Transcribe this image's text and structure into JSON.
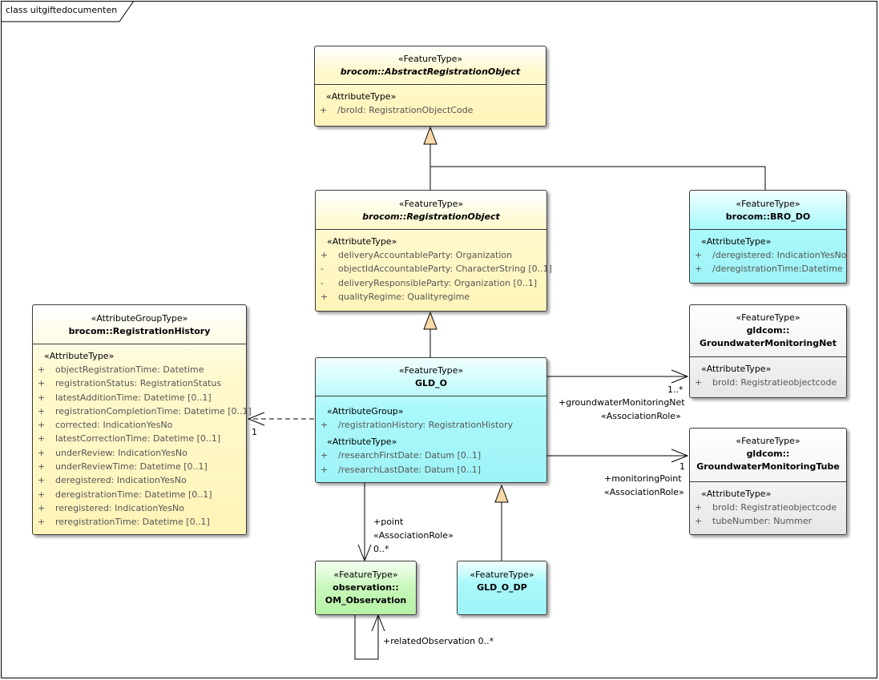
{
  "frame": {
    "title": "class uitgiftedocumenten"
  },
  "classes": {
    "abstract_registration_object": {
      "stereotype": "«FeatureType»",
      "name": "brocom::AbstractRegistrationObject",
      "sections": [
        {
          "label": "«AttributeType»",
          "rows": [
            {
              "vis": "+",
              "text": "/broId: RegistrationObjectCode"
            }
          ]
        }
      ]
    },
    "registration_object": {
      "stereotype": "«FeatureType»",
      "name": "brocom::RegistrationObject",
      "sections": [
        {
          "label": "«AttributeType»",
          "rows": [
            {
              "vis": "+",
              "text": "deliveryAccountableParty: Organization"
            },
            {
              "vis": "-",
              "text": "objectIdAccountableParty: CharacterString [0..1]"
            },
            {
              "vis": "-",
              "text": "deliveryResponsibleParty: Organization [0..1]"
            },
            {
              "vis": "+",
              "text": "qualityRegime: Qualityregime"
            }
          ]
        }
      ]
    },
    "bro_do": {
      "stereotype": "«FeatureType»",
      "name": "brocom::BRO_DO",
      "sections": [
        {
          "label": "«AttributeType»",
          "rows": [
            {
              "vis": "+",
              "text": "/deregistered: IndicationYesNo"
            },
            {
              "vis": "+",
              "text": "/deregistrationTime:Datetime"
            }
          ]
        }
      ]
    },
    "registration_history": {
      "stereotype": "«AttributeGroupType»",
      "name": "brocom::RegistrationHistory",
      "sections": [
        {
          "label": "«AttributeType»",
          "rows": [
            {
              "vis": "+",
              "text": "objectRegistrationTime: Datetime"
            },
            {
              "vis": "+",
              "text": "registrationStatus: RegistrationStatus"
            },
            {
              "vis": "+",
              "text": "latestAdditionTime: Datetime [0..1]"
            },
            {
              "vis": "+",
              "text": "registrationCompletionTime: Datetime [0..1]"
            },
            {
              "vis": "+",
              "text": "corrected: IndicationYesNo"
            },
            {
              "vis": "+",
              "text": "latestCorrectionTime: Datetime [0..1]"
            },
            {
              "vis": "+",
              "text": "underReview: IndicationYesNo"
            },
            {
              "vis": "+",
              "text": "underReviewTime: Datetime [0..1]"
            },
            {
              "vis": "+",
              "text": "deregistered: IndicationYesNo"
            },
            {
              "vis": "+",
              "text": "deregistrationTime: Datetime [0..1]"
            },
            {
              "vis": "+",
              "text": "reregistered: IndicationYesNo"
            },
            {
              "vis": "+",
              "text": "reregistrationTime: Datetime [0..1]"
            }
          ]
        }
      ]
    },
    "gld_o": {
      "stereotype": "«FeatureType»",
      "name": "GLD_O",
      "sections": [
        {
          "label": "«AttributeGroup»",
          "rows": [
            {
              "vis": "+",
              "text": "/registrationHistory: RegistrationHistory"
            }
          ]
        },
        {
          "label": "«AttributeType»",
          "rows": [
            {
              "vis": "+",
              "text": "/researchFirstDate: Datum [0..1]"
            },
            {
              "vis": "+",
              "text": "/researchLastDate: Datum [0..1]"
            }
          ]
        }
      ]
    },
    "monitoring_net": {
      "stereotype": "«FeatureType»",
      "name_line1": "gldcom::",
      "name_line2": "GroundwaterMonitoringNet",
      "sections": [
        {
          "label": "«AttributeType»",
          "rows": [
            {
              "vis": "+",
              "text": "broId: Registratieobjectcode"
            }
          ]
        }
      ]
    },
    "monitoring_tube": {
      "stereotype": "«FeatureType»",
      "name_line1": "gldcom::",
      "name_line2": "GroundwaterMonitoringTube",
      "sections": [
        {
          "label": "«AttributeType»",
          "rows": [
            {
              "vis": "+",
              "text": "broId: Registratieobjectcode"
            },
            {
              "vis": "+",
              "text": "tubeNumber: Nummer"
            }
          ]
        }
      ]
    },
    "om_observation": {
      "stereotype": "«FeatureType»",
      "name_line1": "observation::",
      "name_line2": "OM_Observation"
    },
    "gld_o_dp": {
      "stereotype": "«FeatureType»",
      "name": "GLD_O_DP"
    }
  },
  "labels": {
    "net_mult": "1..*",
    "net_role": "+groundwaterMonitoringNet",
    "net_stereo": "«AssociationRole»",
    "tube_mult": "1",
    "tube_role": "+monitoringPoint",
    "tube_stereo": "«AssociationRole»",
    "history_mult": "1",
    "point_role": "+point",
    "point_stereo": "«AssociationRole»",
    "point_mult": "0..*",
    "related_role": "+relatedObservation 0..*"
  }
}
